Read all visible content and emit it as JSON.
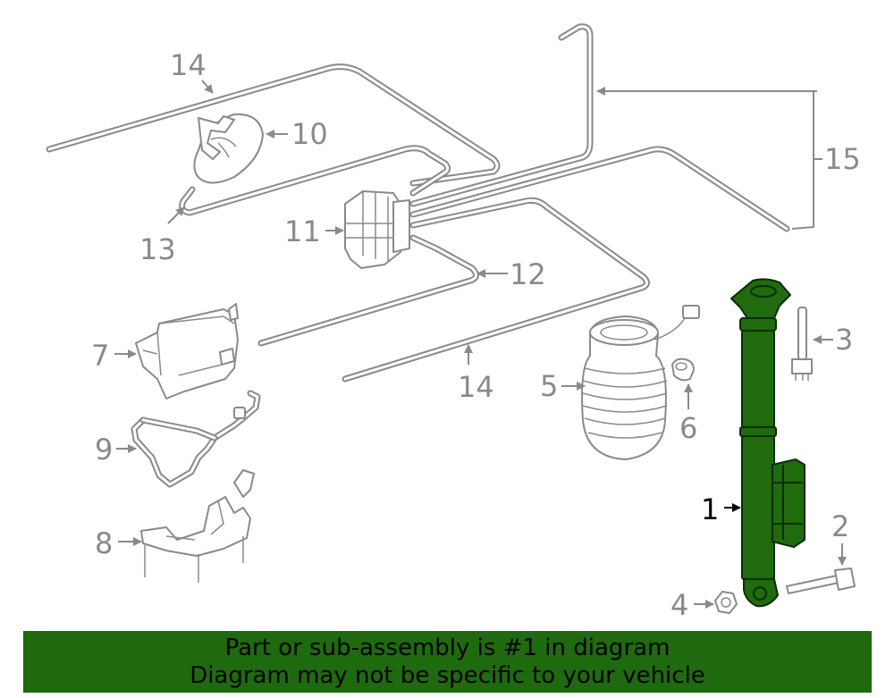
{
  "diagram": {
    "callouts": {
      "c1": "1",
      "c2": "2",
      "c3": "3",
      "c4": "4",
      "c5": "5",
      "c6": "6",
      "c7": "7",
      "c8": "8",
      "c9": "9",
      "c10": "10",
      "c11": "11",
      "c12": "12",
      "c13": "13",
      "c14a": "14",
      "c14b": "14",
      "c15": "15"
    },
    "highlight_color": "#1f6b0e",
    "line_color": "#8a8a8a"
  },
  "banner": {
    "line1": "Part or sub-assembly is #1 in diagram",
    "line2": "Diagram may not be specific to your vehicle",
    "color": "#1f6a0f"
  }
}
